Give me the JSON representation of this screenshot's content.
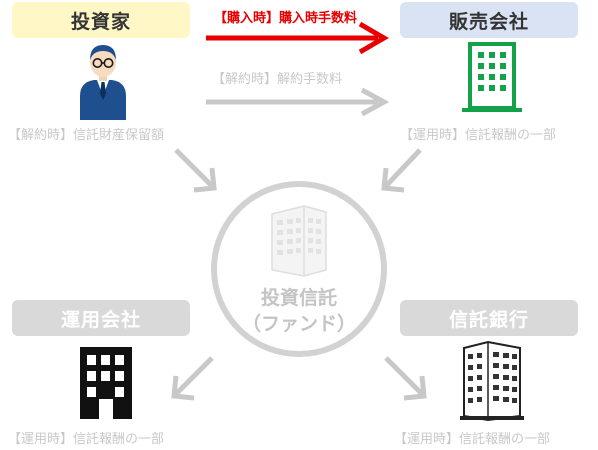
{
  "nodes": {
    "investor": {
      "label": "投資家",
      "color": "#fff7c6"
    },
    "seller": {
      "label": "販売会社",
      "color": "#d9e3f3"
    },
    "manager": {
      "label": "運用会社",
      "color": "#d9d9d9"
    },
    "trustee": {
      "label": "信託銀行",
      "color": "#d9d9d9"
    },
    "fund": {
      "line1": "投資信託",
      "line2": "（ファンド）"
    }
  },
  "arrows": {
    "purchase": {
      "label": "【購入時】購入時手数料",
      "color": "#e60000"
    },
    "redemption": {
      "label": "【解約時】解約手数料",
      "color": "#c8c8c8"
    }
  },
  "fee_labels": {
    "investor": "【解約時】信託財産保留額",
    "seller": "【運用時】信託報酬の一部",
    "manager": "【運用時】信託報酬の一部",
    "trustee": "【運用時】信託報酬の一部"
  },
  "icons": {
    "investor": "businessman-icon",
    "seller": "green-office-building-icon",
    "fund": "building-icon",
    "manager": "black-building-icon",
    "trustee": "white-building-icon"
  }
}
